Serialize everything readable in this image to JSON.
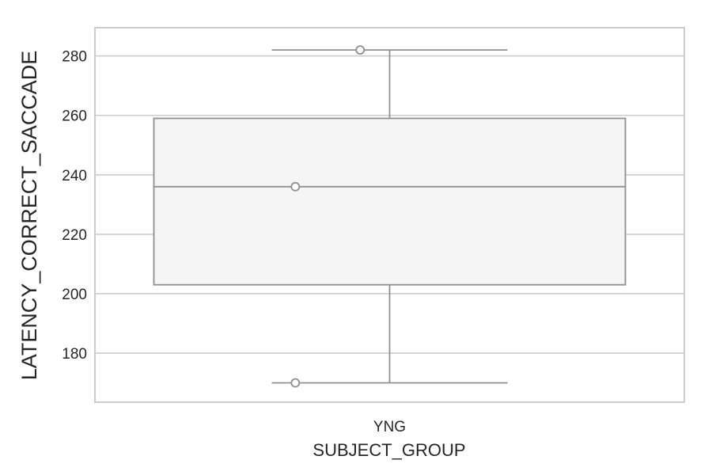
{
  "chart_data": {
    "type": "box",
    "xlabel": "SUBJECT_GROUP",
    "ylabel": "LATENCY_CORRECT_SACCADE",
    "ylim": [
      163.5,
      289.5
    ],
    "yticks": [
      180,
      200,
      220,
      240,
      260,
      280
    ],
    "grid": true,
    "categories": [
      "YNG"
    ],
    "boxes": [
      {
        "category": "YNG",
        "whisker_low": 170,
        "q1": 203,
        "median": 236,
        "q3": 259,
        "whisker_high": 282,
        "points": [
          {
            "x_offset": -0.05,
            "y": 282
          },
          {
            "x_offset": -0.16,
            "y": 236
          },
          {
            "x_offset": -0.16,
            "y": 170
          }
        ]
      }
    ],
    "colors": {
      "box_fill": "#f5f5f5",
      "box_line": "#909090",
      "grid": "#cccccc",
      "frame": "#cccccc",
      "text": "#262626"
    }
  }
}
